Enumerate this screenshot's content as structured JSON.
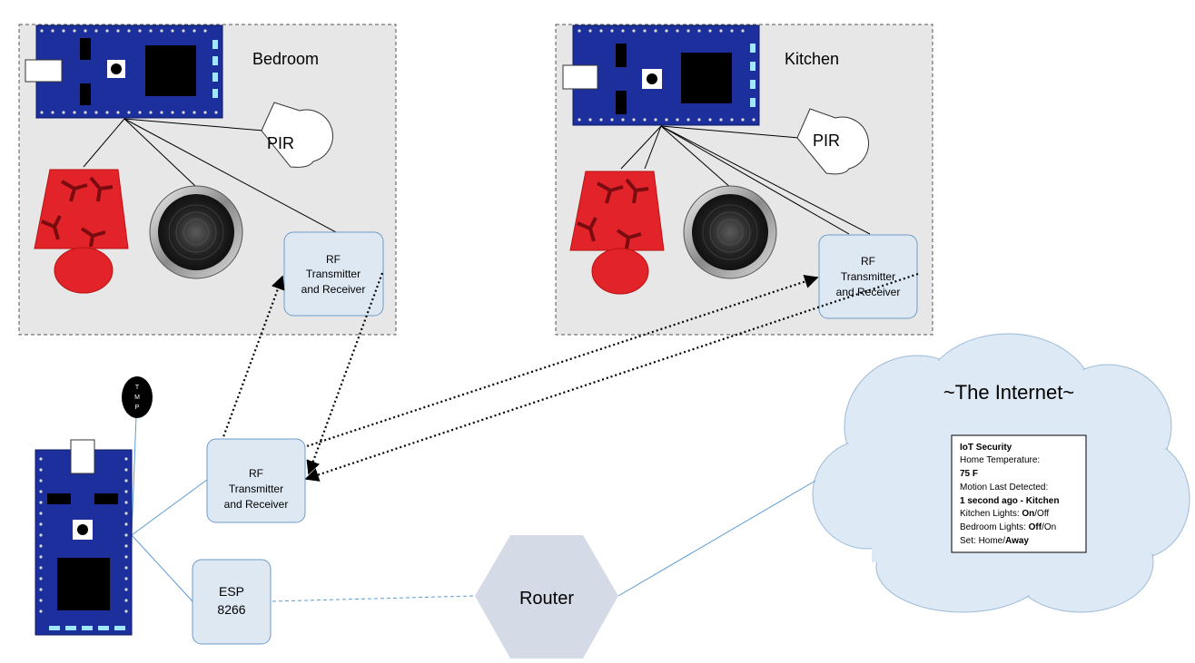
{
  "rooms": {
    "bedroom": {
      "title": "Bedroom",
      "pir": "PIR",
      "rf": [
        "RF",
        "Transmitter",
        "and Receiver"
      ]
    },
    "kitchen": {
      "title": "Kitchen",
      "pir": "PIR",
      "rf": [
        "RF",
        "Transmitter",
        "and Receiver"
      ]
    }
  },
  "hub": {
    "tmp": [
      "T",
      "M",
      "P"
    ],
    "rf": [
      "RF",
      "Transmitter",
      "and Receiver"
    ],
    "esp": [
      "ESP",
      "8266"
    ]
  },
  "router": {
    "label": "Router"
  },
  "internet": {
    "title": "~The Internet~",
    "panel": {
      "heading": "IoT Security",
      "temp_label": "Home Temperature:",
      "temp_value": "75 F",
      "motion_label": "Motion Last Detected:",
      "motion_value": "1 second ago - Kitchen",
      "kitchen_label": "Kitchen Lights: ",
      "kitchen_on": "On",
      "kitchen_sep": "/Off",
      "bedroom_label": "Bedroom Lights: ",
      "bedroom_off": "Off",
      "bedroom_sep": "/On",
      "set_label": "Set: Home/",
      "set_away": "Away"
    }
  },
  "colors": {
    "room_bg": "#e7e7e7",
    "board_blue": "#1c2f9c",
    "rf_box": "#dde8f3",
    "rf_border": "#6f9bc7",
    "router": "#d5dbe6",
    "cloud": "#dde9f4",
    "lamp_red": "#e2242a",
    "link_blue": "#5b9bd5"
  }
}
